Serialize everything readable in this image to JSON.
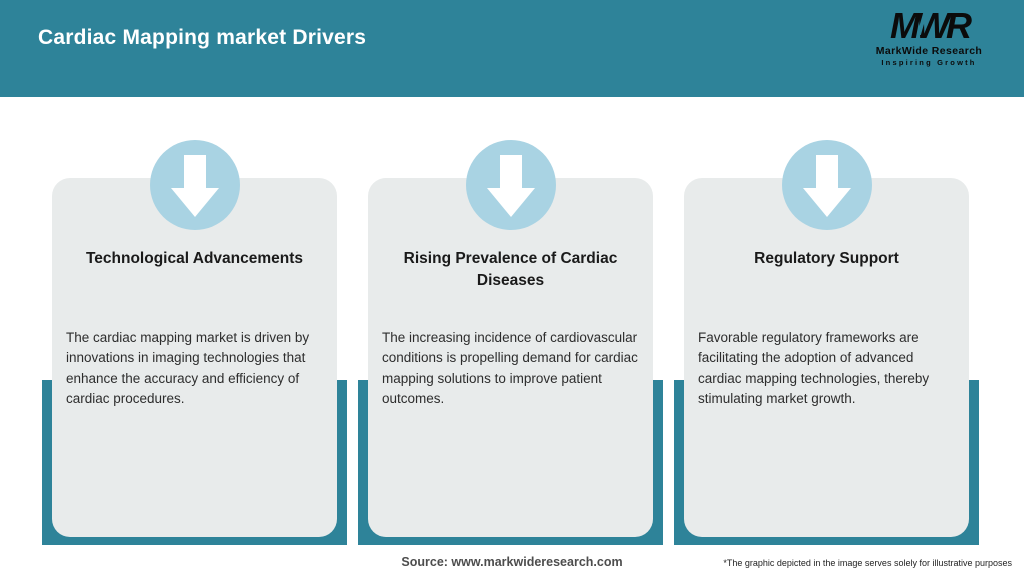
{
  "header": {
    "title": "Cardiac Mapping market Drivers",
    "logo": {
      "monogram": "MWR",
      "name": "MarkWide Research",
      "tagline": "Inspiring Growth"
    }
  },
  "cards": [
    {
      "icon": "arrow-down-icon",
      "title": "Technological Advancements",
      "body": "The cardiac mapping market is driven by innovations in imaging technologies that enhance the accuracy and efficiency of cardiac procedures."
    },
    {
      "icon": "arrow-down-icon",
      "title": "Rising Prevalence of Cardiac Diseases",
      "body": "The increasing incidence of cardiovascular conditions is propelling demand for cardiac mapping solutions to improve patient outcomes."
    },
    {
      "icon": "arrow-down-icon",
      "title": "Regulatory Support",
      "body": "Favorable regulatory frameworks are facilitating the adoption of advanced cardiac mapping technologies, thereby stimulating market growth."
    }
  ],
  "footer": {
    "source": "Source: www.markwideresearch.com",
    "disclaimer": "*The graphic depicted in the image serves solely for illustrative purposes"
  },
  "colors": {
    "teal": "#2e8399",
    "light_blue": "#a9d3e3",
    "card_bg": "#e8ebeb"
  }
}
